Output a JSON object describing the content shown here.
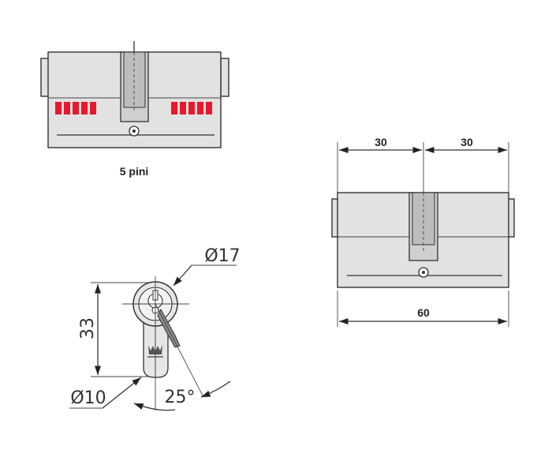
{
  "top_left": {
    "caption": "5 pini",
    "pins_per_side": 5
  },
  "right": {
    "dim_half_left": "30",
    "dim_half_right": "30",
    "dim_total": "60"
  },
  "profile": {
    "diameter_top": "Ø17",
    "height": "33",
    "diameter_bottom": "Ø10",
    "angle": "25°"
  },
  "colors": {
    "pin": "#e8182c",
    "body": "#e2e2e2",
    "line": "#333333"
  }
}
